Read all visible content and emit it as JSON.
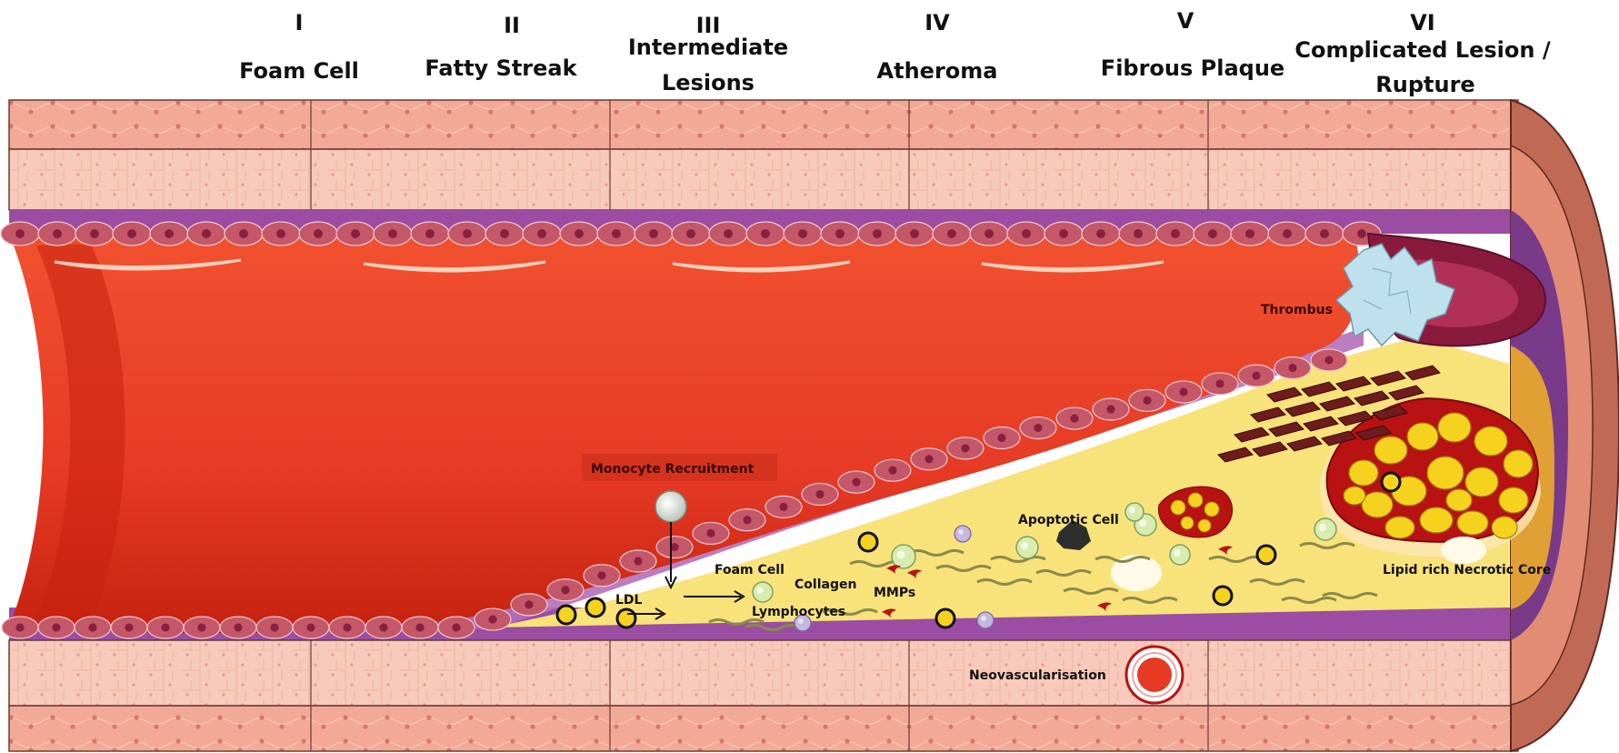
{
  "stages": [
    {
      "numeral": "I",
      "name": "Foam Cell",
      "name2": ""
    },
    {
      "numeral": "II",
      "name": "Fatty Streak",
      "name2": ""
    },
    {
      "numeral": "III",
      "name": "Intermediate",
      "name2": "Lesions"
    },
    {
      "numeral": "IV",
      "name": "Atheroma",
      "name2": ""
    },
    {
      "numeral": "V",
      "name": "Fibrous Plaque",
      "name2": ""
    },
    {
      "numeral": "VI",
      "name": "Complicated Lesion /",
      "name2": "Rupture"
    }
  ],
  "labels": {
    "monocyte_recruitment": "Monocyte Recruitment",
    "ldl": "LDL",
    "foam_cell": "Foam Cell",
    "collagen": "Collagen",
    "lymphocytes": "Lymphocytes",
    "mmps": "MMPs",
    "apoptotic_cell": "Apoptotic Cell",
    "thrombus": "Thrombus",
    "lipid_core": "Lipid rich Necrotic Core",
    "neovascularisation": "Neovascularisation"
  },
  "colors": {
    "adventitia": "#f2a996",
    "media": "#f7c9b8",
    "intima": "#9b4da3",
    "endothelium": "#c45868",
    "lumen": "#ef4b2f",
    "lumen_dark": "#d42c1c",
    "plaque": "#f8e27a",
    "necrotic_core": "#b81212",
    "lipid": "#f4d21e",
    "thrombus": "#bfe1ee"
  }
}
